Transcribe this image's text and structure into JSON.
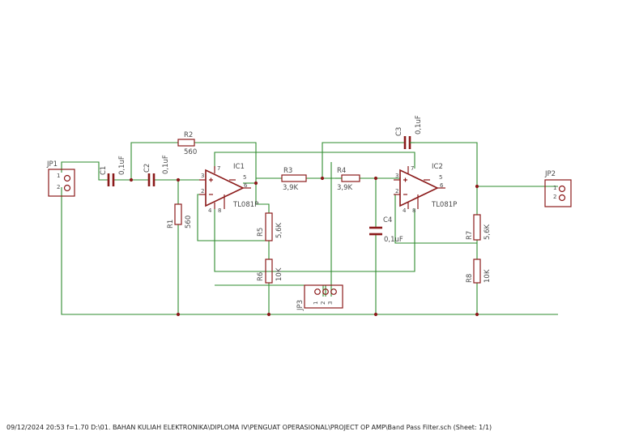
{
  "connectors": {
    "jp1": {
      "ref": "JP1",
      "pins": [
        "1",
        "2"
      ]
    },
    "jp2": {
      "ref": "JP2",
      "pins": [
        "1",
        "2"
      ]
    },
    "jp3": {
      "ref": "JP3",
      "pins": [
        "1",
        "2",
        "3"
      ]
    }
  },
  "capacitors": {
    "c1": {
      "ref": "C1",
      "value": "0,1uF"
    },
    "c2": {
      "ref": "C2",
      "value": "0,1uF"
    },
    "c3": {
      "ref": "C3",
      "value": "0,1uF"
    },
    "c4": {
      "ref": "C4",
      "value": "0,1uF"
    }
  },
  "resistors": {
    "r1": {
      "ref": "R1",
      "value": "560"
    },
    "r2": {
      "ref": "R2",
      "value": "560"
    },
    "r3": {
      "ref": "R3",
      "value": "3,9K"
    },
    "r4": {
      "ref": "R4",
      "value": "3,9K"
    },
    "r5": {
      "ref": "R5",
      "value": "5,6K"
    },
    "r6": {
      "ref": "R6",
      "value": "10K"
    },
    "r7": {
      "ref": "R7",
      "value": "5,6K"
    },
    "r8": {
      "ref": "R8",
      "value": "10K"
    }
  },
  "opamps": {
    "ic1": {
      "ref": "IC1",
      "value": "TL081P",
      "pins": {
        "p7": "7",
        "p5": "5",
        "p3": "3",
        "p6": "6",
        "p2": "2",
        "p4": "4",
        "p8": "8"
      }
    },
    "ic2": {
      "ref": "IC2",
      "value": "TL081P",
      "pins": {
        "p7": "7",
        "p5": "5",
        "p3": "3",
        "p6": "6",
        "p2": "2",
        "p4": "4",
        "p8": "8"
      }
    }
  },
  "footer": "09/12/2024 20:53  f=1.70  D:\\01. BAHAN KULIAH ELEKTRONIKA\\DIPLOMA IV\\PENGUAT OPERASIONAL\\PROJECT OP AMP\\Band Pass Filter.sch (Sheet: 1/1)"
}
